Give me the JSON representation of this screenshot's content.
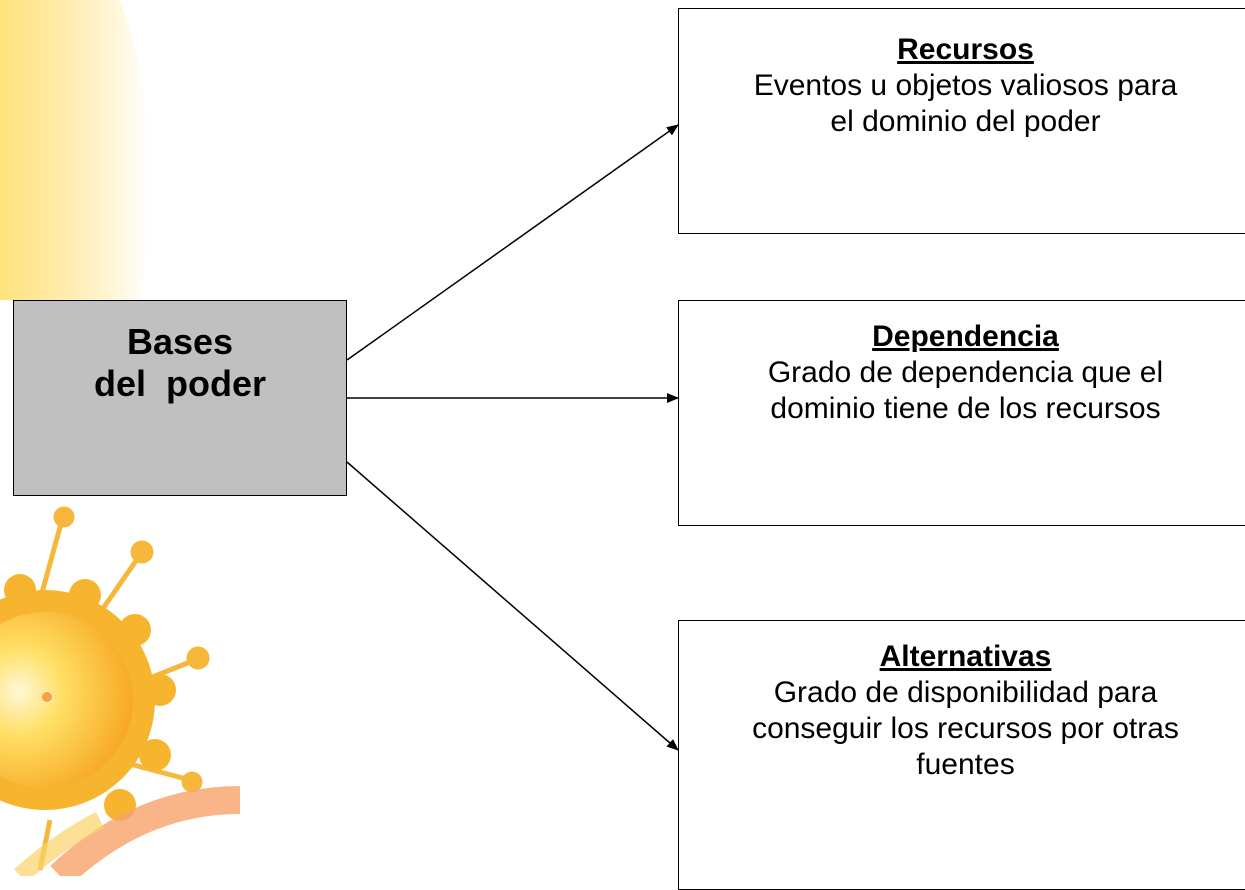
{
  "colors": {
    "background": "#ffffff",
    "main_box_fill": "#c0c0c0",
    "box_border": "#000000",
    "sun_yellow": "#ffd62e",
    "sun_orange": "#f7a323",
    "glow": "#fff3c4"
  },
  "main": {
    "line1": "Bases",
    "line2": "del  poder"
  },
  "boxes": [
    {
      "title": "Recursos",
      "text_lines": [
        "Eventos u objetos valiosos para",
        "el dominio del poder"
      ]
    },
    {
      "title": "Dependencia",
      "text_lines": [
        "Grado de dependencia que el",
        "dominio tiene de los recursos"
      ]
    },
    {
      "title": "Alternativas",
      "text_lines": [
        "Grado de disponibilidad para",
        "conseguir los recursos por otras",
        "fuentes"
      ]
    }
  ]
}
